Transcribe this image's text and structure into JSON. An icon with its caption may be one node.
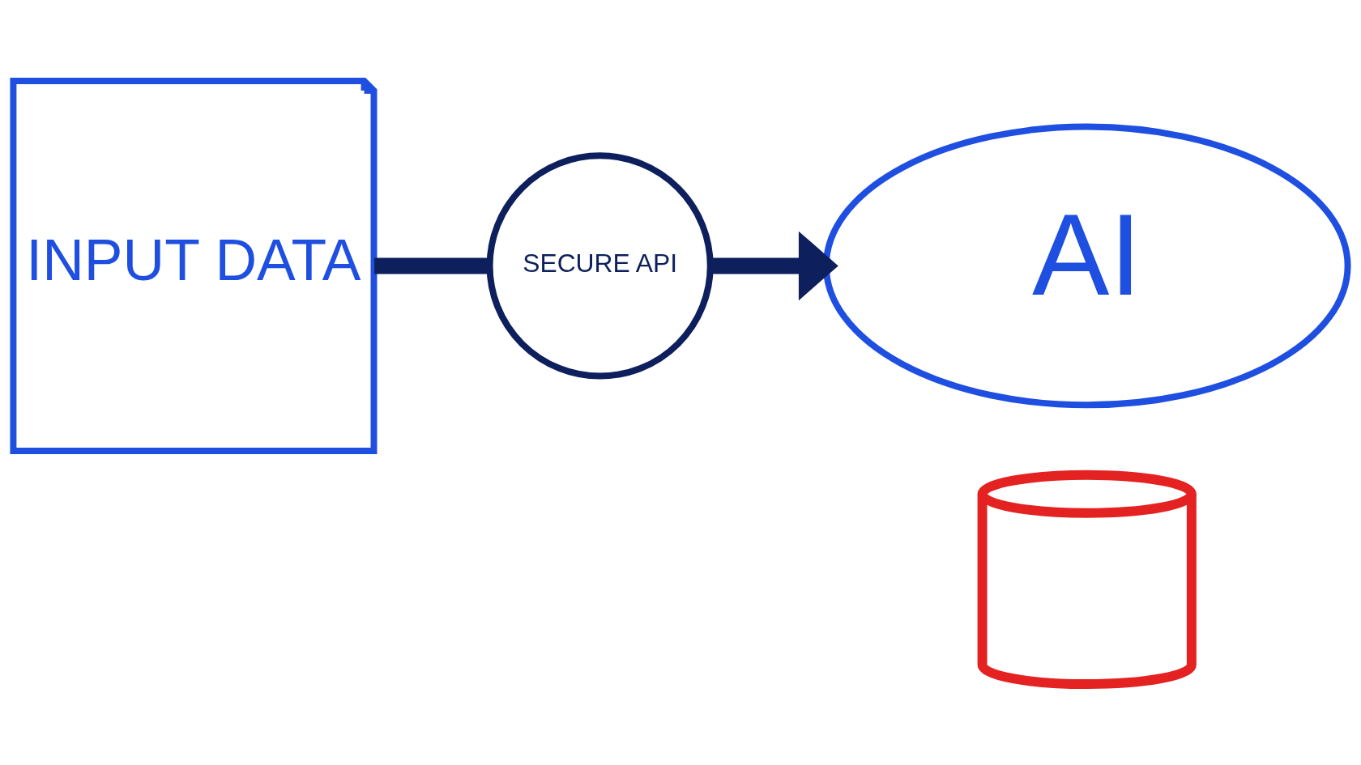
{
  "diagram": {
    "nodes": [
      {
        "text": [
          "INPUT DATA"
        ]
      },
      {
        "text": [
          "SECURE API"
        ]
      },
      {
        "text": [
          "AI"
        ]
      },
      {
        "text": [],
        "shape": "cylinder"
      }
    ],
    "edges": [
      {
        "from": 0,
        "to": 1,
        "arrow": "none"
      },
      {
        "from": 1,
        "to": 2,
        "arrow": "to"
      }
    ]
  }
}
